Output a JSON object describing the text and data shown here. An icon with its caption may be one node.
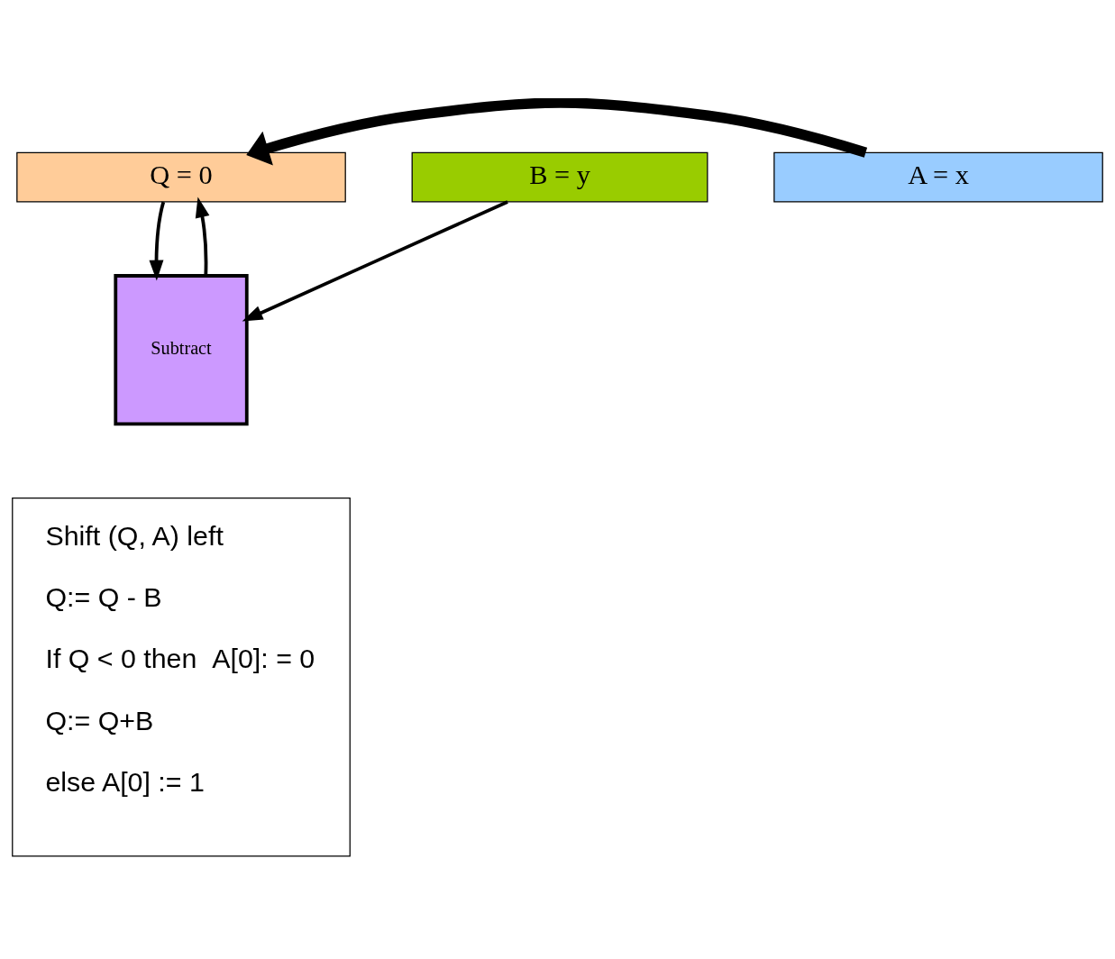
{
  "diagram": {
    "nodes": [
      {
        "text": [
          "Q = 0"
        ]
      },
      {
        "text": [
          "A = x"
        ]
      },
      {
        "text": [
          "Subtract"
        ]
      },
      {
        "text": [
          "B = y"
        ]
      },
      {
        "text": [
          "Shift (Q, A) left",
          "Q:= Q - B",
          "If Q < 0 then  A[0]: = 0",
          "Q:= Q+B",
          "else A[0] := 1"
        ]
      }
    ],
    "edges": [
      {
        "from": 2,
        "to": 0,
        "arrow": "to"
      },
      {
        "from": 1,
        "to": 0,
        "arrow": "to",
        "style": "thick"
      },
      {
        "from": 0,
        "to": 2,
        "arrow": "to"
      },
      {
        "from": 3,
        "to": 2,
        "arrow": "to"
      }
    ]
  }
}
